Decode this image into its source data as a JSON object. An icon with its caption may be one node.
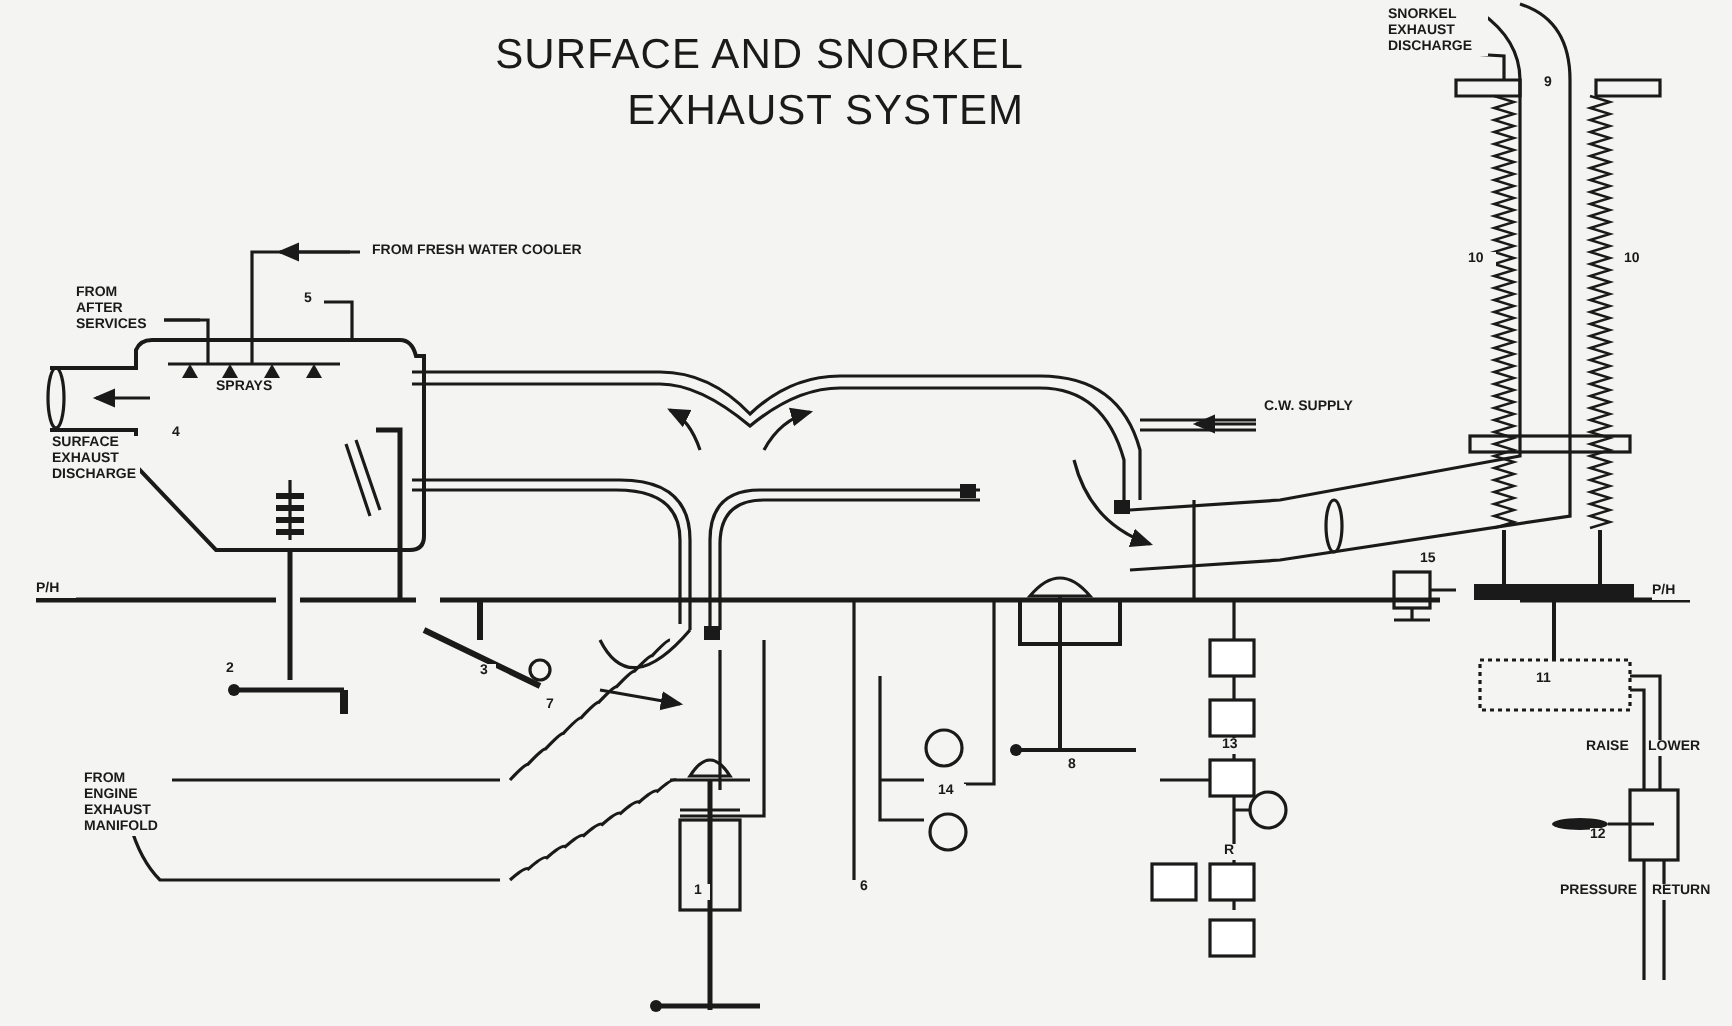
{
  "diagram": {
    "title": "SURFACE AND SNORKEL EXHAUST SYSTEM",
    "labels": [
      "FROM FRESH WATER COOLER",
      "FROM AFTER SERVICES",
      "5",
      "SPRAYS",
      "4",
      "SURFACE EXHAUST DISCHARGE",
      "C.W. SUPPLY",
      "SNORKEL EXHAUST DISCHARGE",
      "9",
      "10",
      "10",
      "P/H",
      "P/H",
      "15",
      "2",
      "3",
      "7",
      "FROM ENGINE EXHAUST MANIFOLD",
      "1",
      "6",
      "14",
      "8",
      "13",
      "R",
      "11",
      "RAISE",
      "LOWER",
      "12",
      "PRESSURE",
      "RETURN"
    ]
  }
}
